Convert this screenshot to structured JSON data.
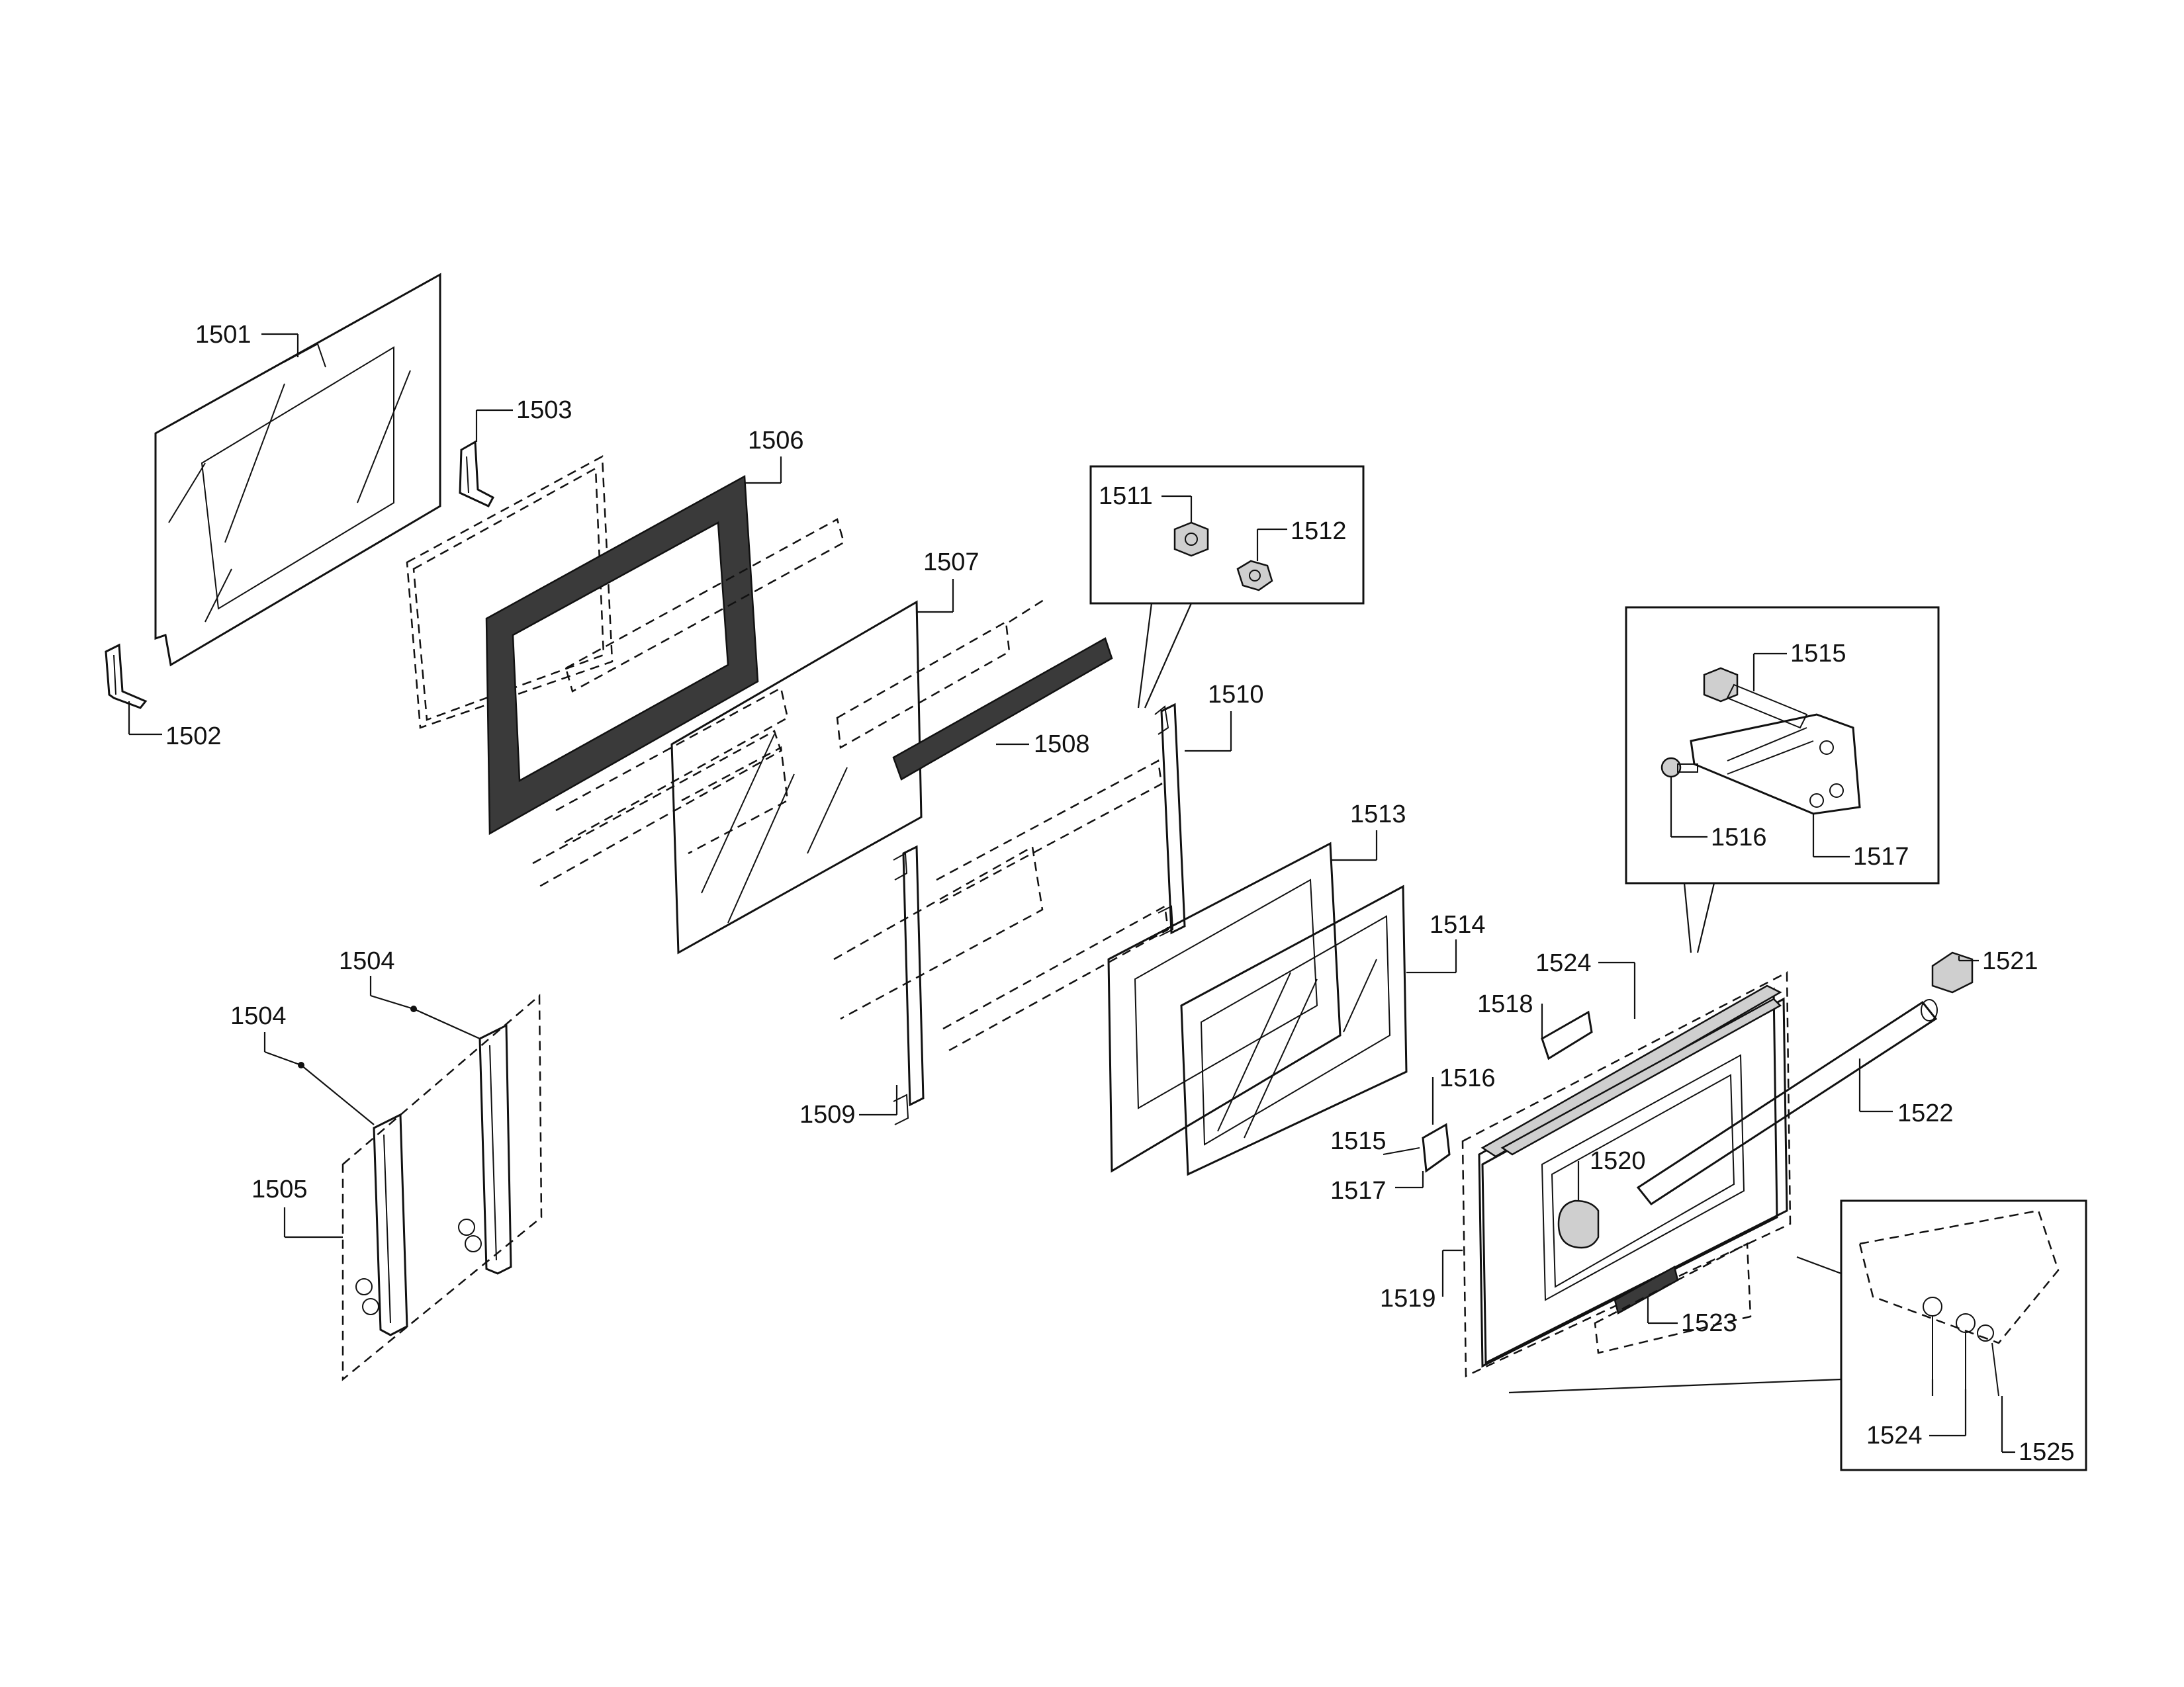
{
  "parts": [
    {
      "id": "1501"
    },
    {
      "id": "1502"
    },
    {
      "id": "1503"
    },
    {
      "id": "1504"
    },
    {
      "id": "1504"
    },
    {
      "id": "1505"
    },
    {
      "id": "1506"
    },
    {
      "id": "1507"
    },
    {
      "id": "1508"
    },
    {
      "id": "1509"
    },
    {
      "id": "1510"
    },
    {
      "id": "1511"
    },
    {
      "id": "1512"
    },
    {
      "id": "1513"
    },
    {
      "id": "1514"
    },
    {
      "id": "1515"
    },
    {
      "id": "1516"
    },
    {
      "id": "1517"
    },
    {
      "id": "1515"
    },
    {
      "id": "1516"
    },
    {
      "id": "1517"
    },
    {
      "id": "1518"
    },
    {
      "id": "1519"
    },
    {
      "id": "1520"
    },
    {
      "id": "1521"
    },
    {
      "id": "1522"
    },
    {
      "id": "1523"
    },
    {
      "id": "1524"
    },
    {
      "id": "1524"
    },
    {
      "id": "1525"
    }
  ]
}
